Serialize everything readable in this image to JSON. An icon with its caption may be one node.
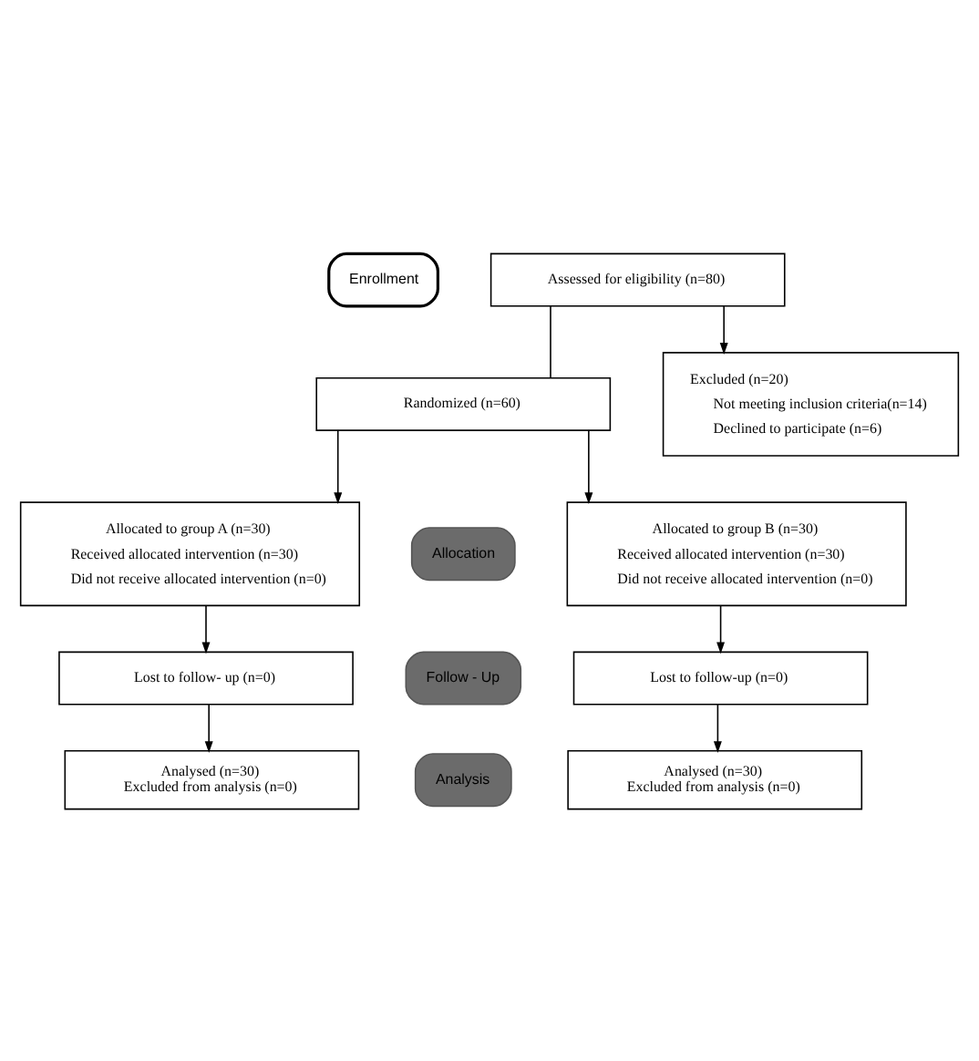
{
  "diagram": {
    "nodes": [
      {
        "text": [
          "Enrollment"
        ]
      },
      {
        "text": [
          "Assessed for eligibility (n=80)"
        ]
      },
      {
        "text": [
          "Excluded (n=20)",
          "Not meeting inclusion criteria(n=14)",
          "Declined to participate (n=6)"
        ]
      },
      {
        "text": [
          "Randomized (n=60)"
        ]
      },
      {
        "text": [
          "Allocation"
        ]
      },
      {
        "text": [
          "Allocated to group A (n=30)",
          "Received allocated intervention (n=30)",
          "Did not receive allocated intervention (n=0)"
        ]
      },
      {
        "text": [
          "Allocated to group B (n=30)",
          "Received allocated intervention (n=30)",
          "Did not receive allocated intervention (n=0)"
        ]
      },
      {
        "text": [
          "Follow - Up"
        ]
      },
      {
        "text": [
          "Lost to follow- up (n=0)"
        ]
      },
      {
        "text": [
          "Lost to follow-up (n=0)"
        ]
      },
      {
        "text": [
          "Analysis"
        ]
      },
      {
        "text": [
          "Analysed (n=30)",
          "Excluded from analysis (n=0)"
        ]
      },
      {
        "text": [
          "Analysed (n=30)",
          "Excluded from analysis (n=0)"
        ]
      }
    ],
    "edges": [
      {
        "from": 1,
        "to": 2,
        "arrow": "to"
      },
      {
        "from": 1,
        "to": 3,
        "arrow": "none"
      },
      {
        "from": 3,
        "to": 5,
        "arrow": "to"
      },
      {
        "from": 3,
        "to": 6,
        "arrow": "to"
      },
      {
        "from": 5,
        "to": 8,
        "arrow": "to"
      },
      {
        "from": 6,
        "to": 9,
        "arrow": "to"
      },
      {
        "from": 8,
        "to": 11,
        "arrow": "to"
      },
      {
        "from": 9,
        "to": 12,
        "arrow": "to"
      }
    ]
  }
}
